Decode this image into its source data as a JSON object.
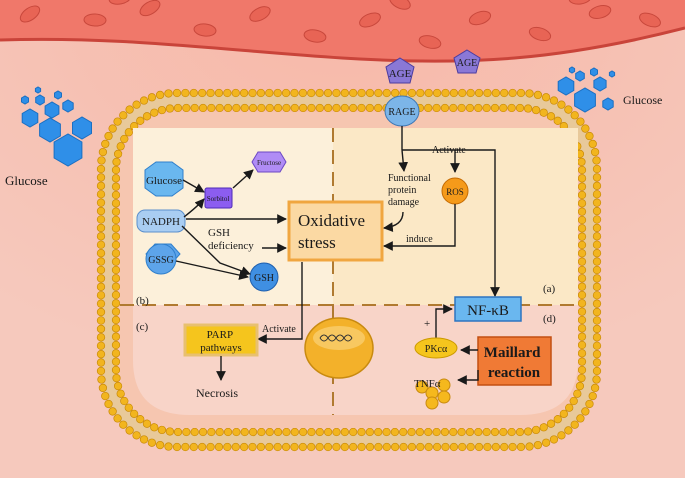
{
  "outside": {
    "glucose_left": "Glucose",
    "glucose_right": "Glucose",
    "age_1": "AGE",
    "age_2": "AGE",
    "rage": "RAGE"
  },
  "quadrant_labels": {
    "a": "(a)",
    "b": "(b)",
    "c": "(c)",
    "d": "(d)"
  },
  "nodes": {
    "glucose": "Glucose",
    "sorbitol": "Sorbitol",
    "fructose": "Fructose",
    "nadph": "NADPH",
    "gssg": "GSSG",
    "gsh": "GSH",
    "gsh_deficiency": [
      "GSH",
      "deficiency"
    ],
    "oxidative_stress": [
      "Oxidative",
      "stress"
    ],
    "functional_damage": [
      "Functional",
      "protein",
      "damage"
    ],
    "ros": "ROS",
    "nfkb": "NF-κB",
    "parp": [
      "PARP",
      "pathways"
    ],
    "necrosis": "Necrosis",
    "pkca": "PKcα",
    "tnfa": "TNFα",
    "maillard": [
      "Maillard",
      "reaction"
    ]
  },
  "edge_labels": {
    "activate_top": "Activate",
    "induce": "induce",
    "activate_parp": "Activate",
    "plus": "+"
  },
  "colors": {
    "background": "#f6c9bd",
    "vessel": "#f0786a",
    "membrane_bead": "#f2b51e",
    "quadrant_ab": "#fbe8c6",
    "quadrant_cd": "#f8d4c8",
    "oxidative_fill": "#fbd9a3",
    "oxidative_border": "#f0a640",
    "nfkb_fill": "#6ab7ef",
    "maillard_fill": "#f07a35",
    "parp_fill": "#f5c51d",
    "pkca_fill": "#f5c51d",
    "ros_fill": "#f59a1a",
    "age_fill": "#8a78d6",
    "rage_fill": "#7cb5e8",
    "glucose_hex": "#2f8fe8",
    "sorbitol_fill": "#8c5df0",
    "fructose_fill": "#b08cf5"
  }
}
